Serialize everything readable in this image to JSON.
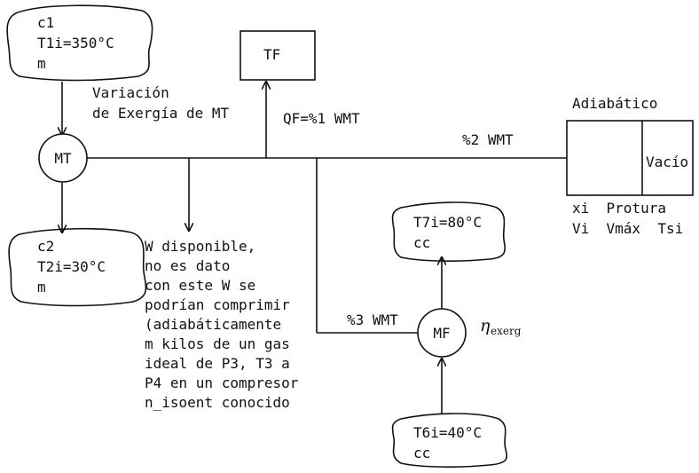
{
  "blobs": {
    "c1": [
      "c1",
      "T1i=350°C",
      "m"
    ],
    "c2": [
      "c2",
      "T2i=30°C",
      "m"
    ],
    "t7": [
      "T7i=80°C",
      "cc"
    ],
    "t6": [
      "T6i=40°C",
      "cc"
    ]
  },
  "nodes": {
    "mt": "MT",
    "mf": "MF",
    "tf": "TF"
  },
  "labels": {
    "variacion": [
      "Variación",
      "de Exergía de MT"
    ],
    "qf": "QF=%1 WMT",
    "pct2": "%2 WMT",
    "pct3": "%3 WMT",
    "adiabatico": "Adiabático",
    "vacio": "Vacío",
    "props_row1": "xi  Protura",
    "props_row2": "Vi  Vmáx  Tsi",
    "eta_symbol": "η",
    "eta_sub": "exerg",
    "w_note": [
      "W disponible,",
      "no es dato",
      "con este W se",
      "podrían comprimir",
      "(adiabáticamente",
      "m kilos de un gas",
      "ideal de P3, T3 a",
      "P4 en un compresor",
      "n_isoent conocido"
    ]
  }
}
